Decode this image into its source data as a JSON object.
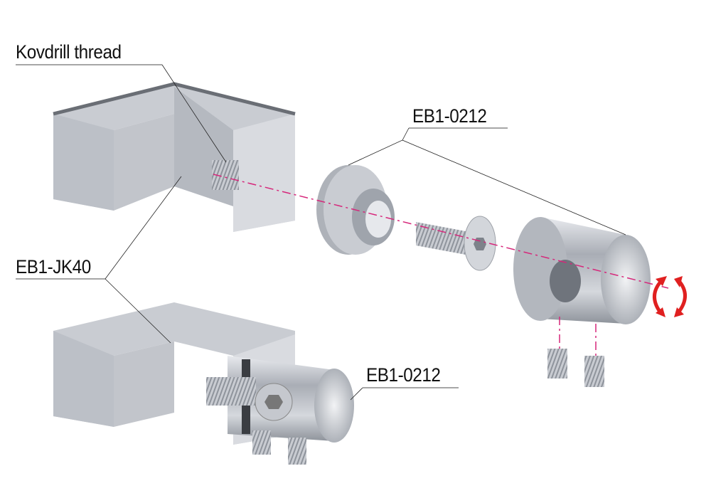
{
  "labels": {
    "kovdrill_thread": "Kovdrill thread",
    "eb1_0212_top": "EB1-0212",
    "eb1_jk40": "EB1-JK40",
    "eb1_0212_bottom": "EB1-0212"
  },
  "colors": {
    "axis_line": "#d6267a",
    "rotation_arrow": "#e02020",
    "metal": "#b8bcc4"
  }
}
